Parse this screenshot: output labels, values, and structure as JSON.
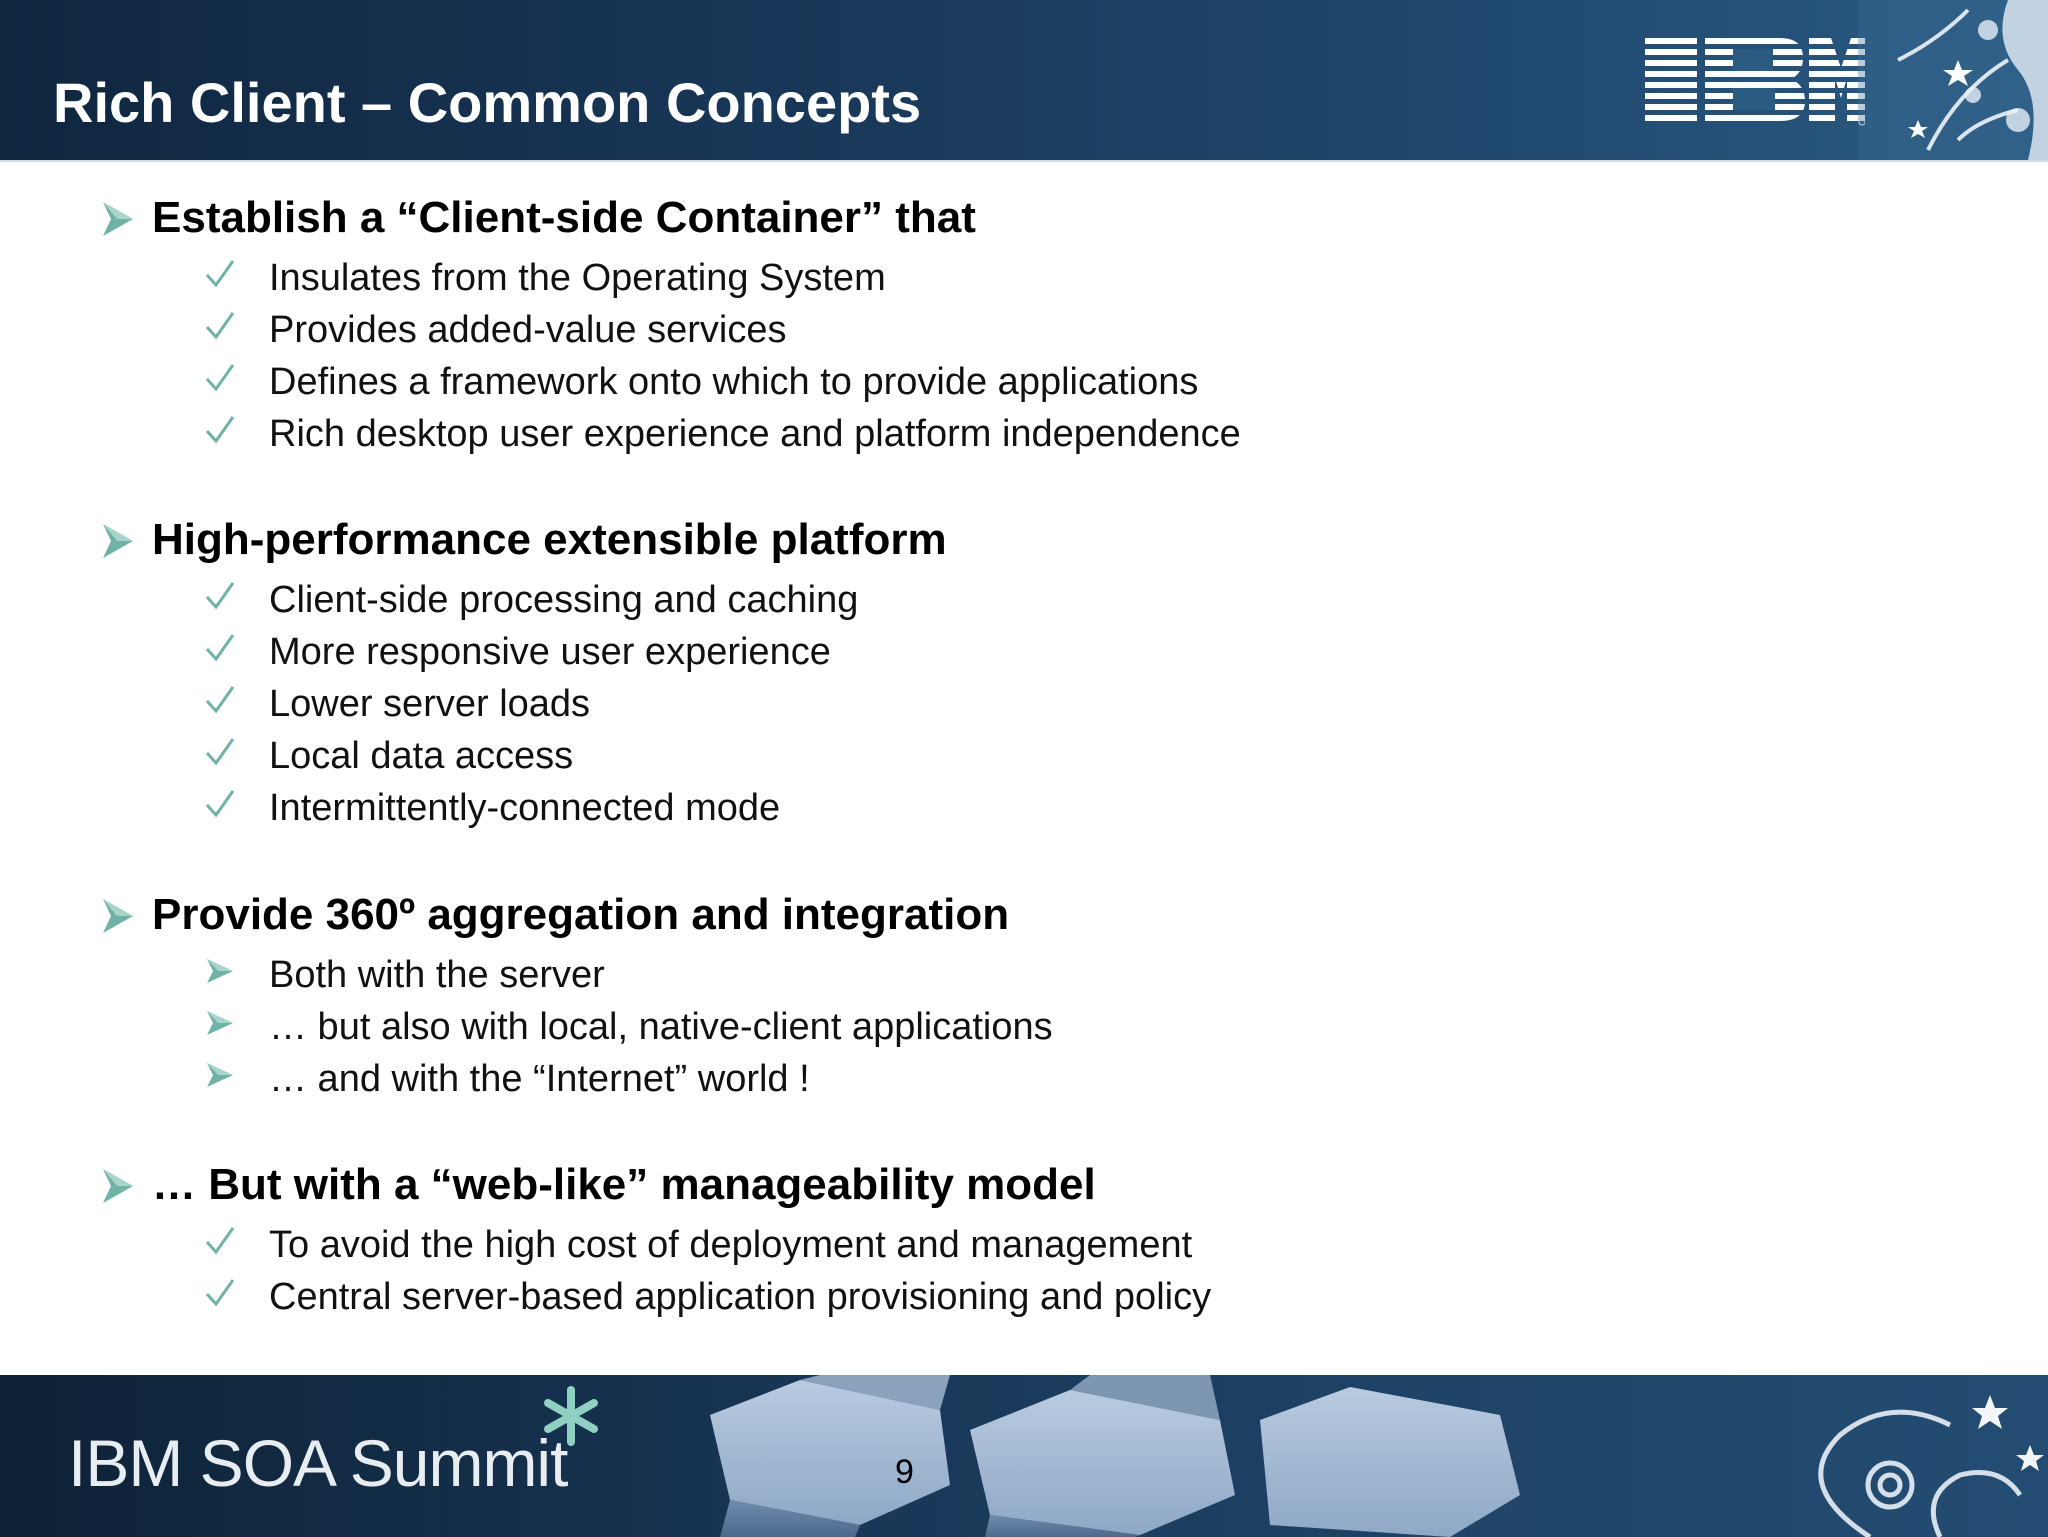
{
  "header": {
    "title": "Rich Client – Common Concepts",
    "logo_text": "IBM"
  },
  "sections": [
    {
      "heading": "Establish a “Client-side Container” that",
      "bullet_style": "check",
      "items": [
        "Insulates from the Operating System",
        "Provides added-value services",
        "Defines a framework onto which to provide applications",
        "Rich desktop user experience and platform independence"
      ]
    },
    {
      "heading": "High-performance extensible platform",
      "bullet_style": "check",
      "items": [
        "Client-side processing and caching",
        "More responsive user experience",
        "Lower server loads",
        "Local data access",
        "Intermittently-connected mode"
      ]
    },
    {
      "heading": "Provide 360º aggregation and integration",
      "bullet_style": "arrow",
      "items": [
        "Both with the server",
        "… but also with local, native-client applications",
        "… and with the “Internet” world !"
      ]
    },
    {
      "heading": "… But with a “web-like” manageability model",
      "bullet_style": "check",
      "items": [
        "To avoid the high cost of deployment and management",
        "Central server-based application provisioning and policy"
      ]
    }
  ],
  "footer": {
    "brand": "IBM SOA Summit",
    "page_number": "9"
  },
  "colors": {
    "header_bg": "#1a3a5c",
    "bullet_teal": "#6fb3a6",
    "footer_bg": "#183656"
  }
}
